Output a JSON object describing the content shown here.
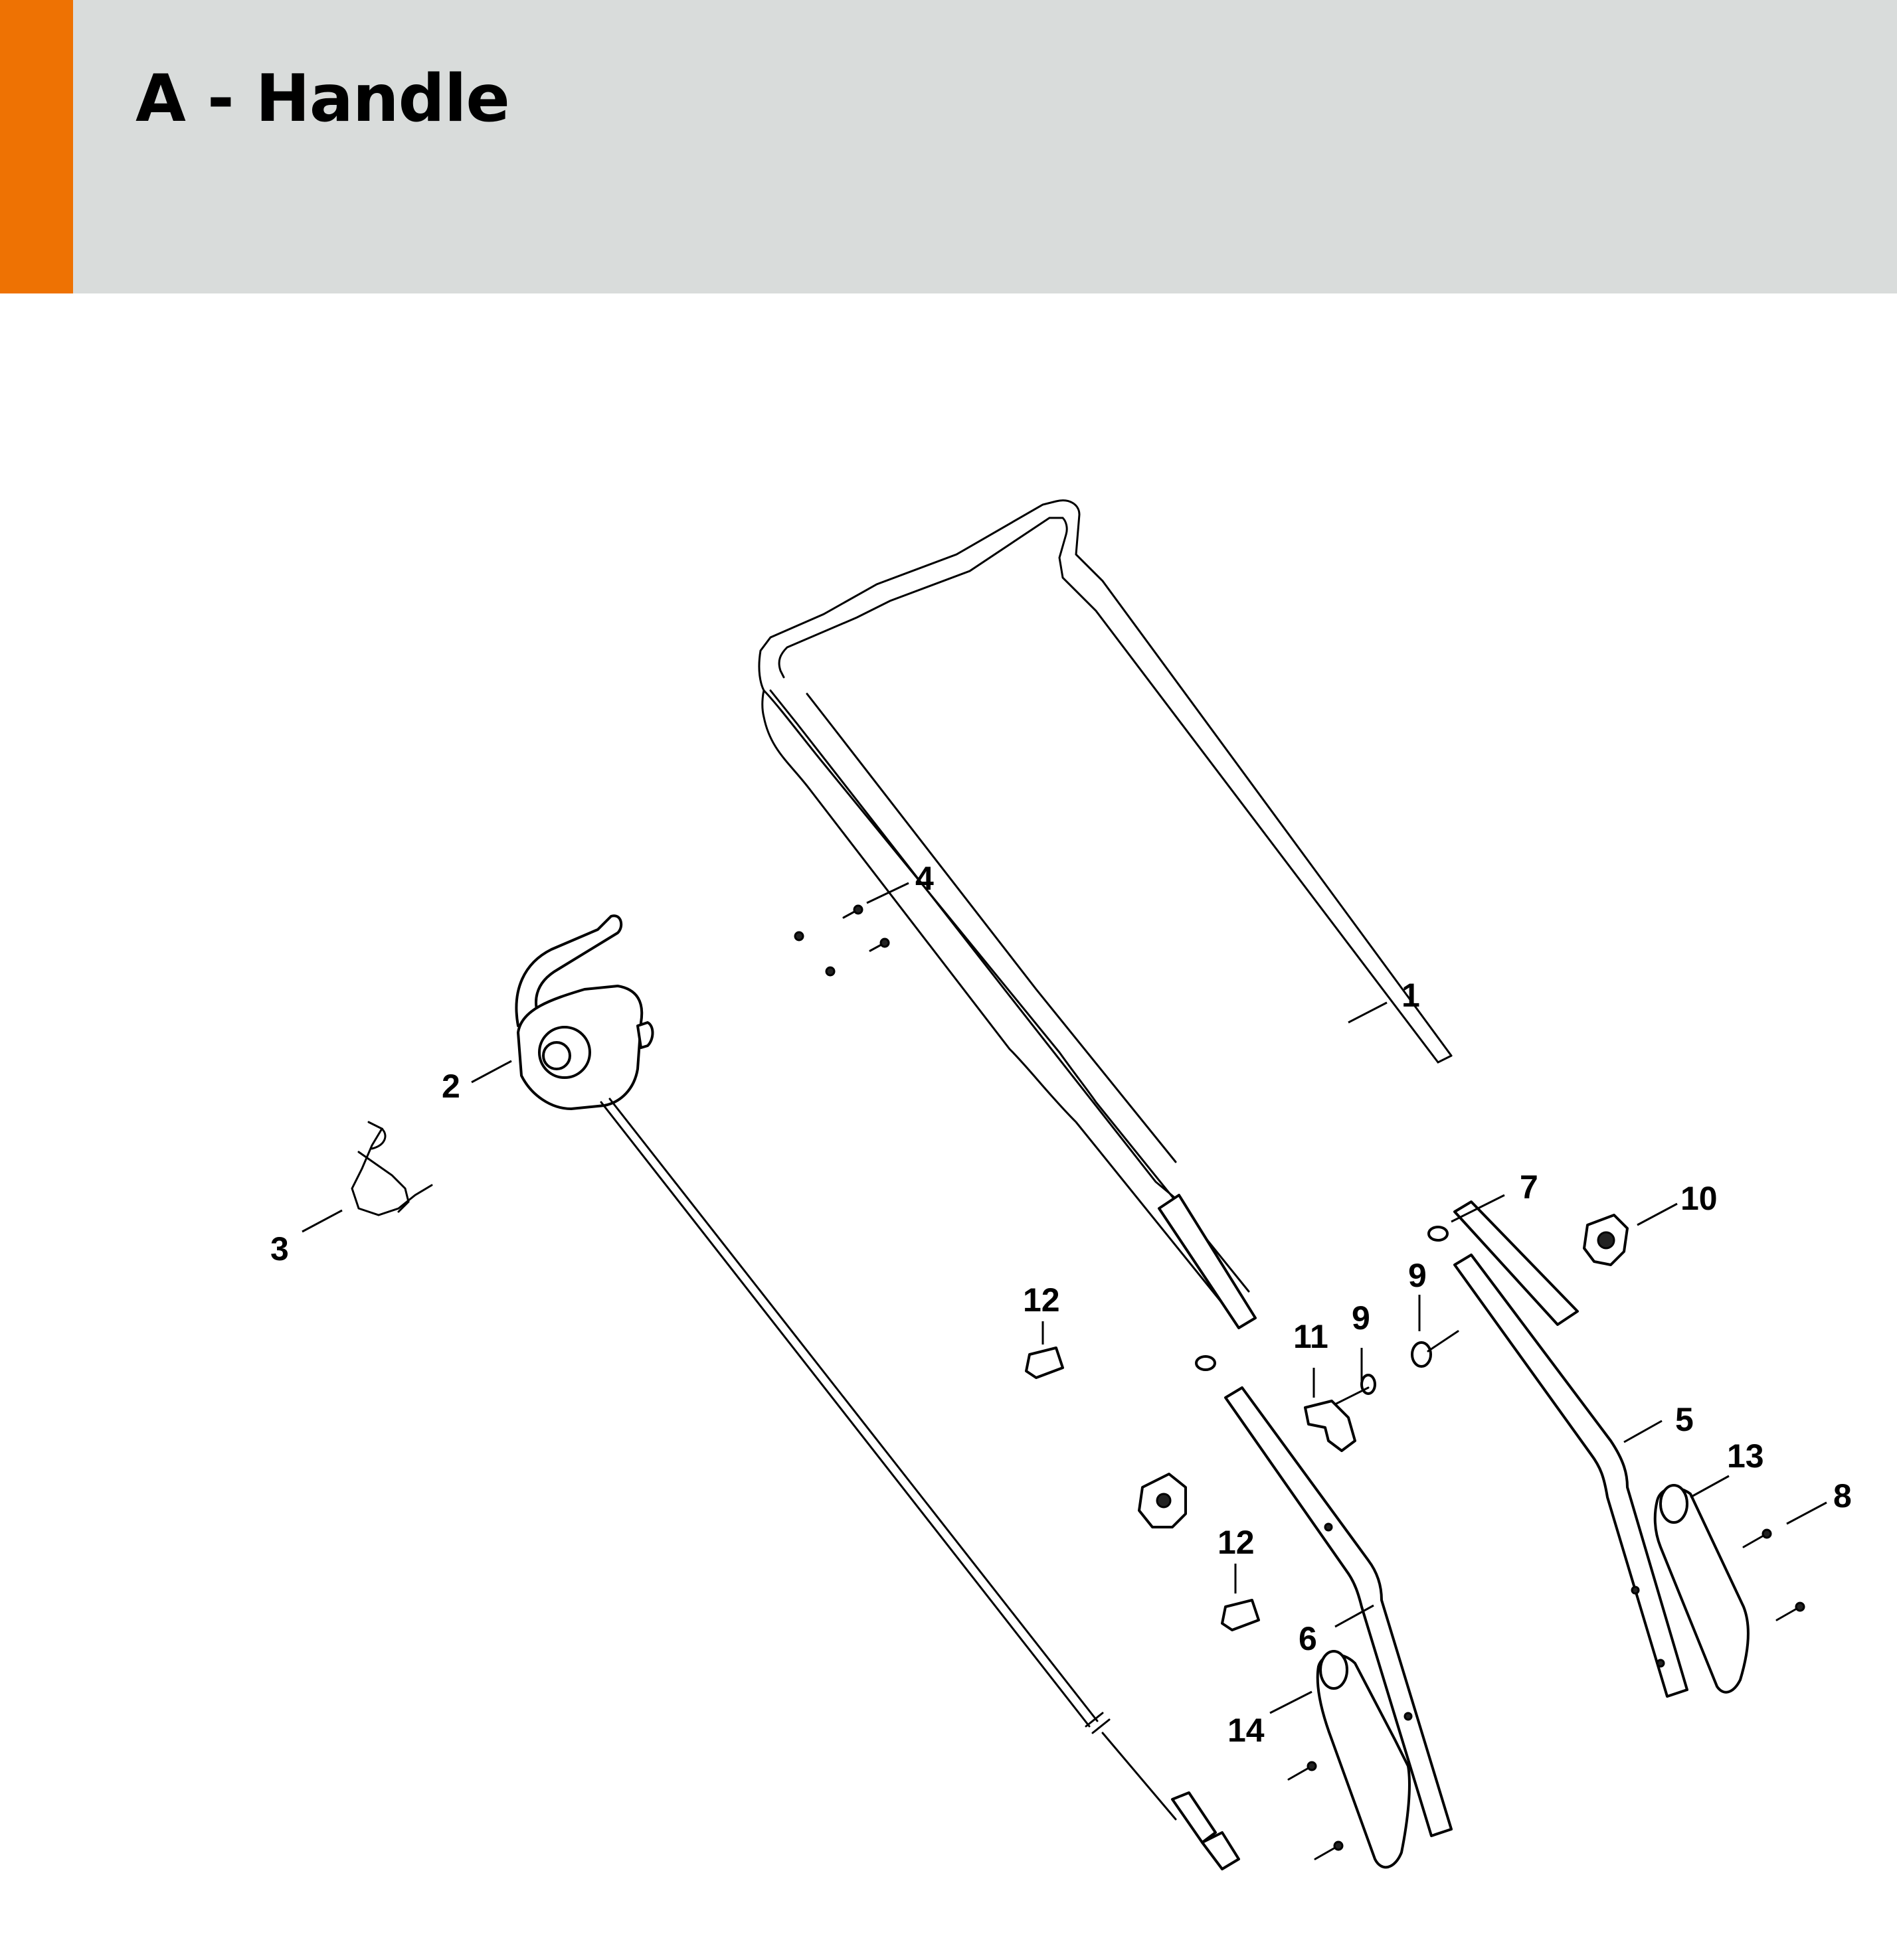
{
  "header": {
    "title": "A - Handle",
    "accent_color": "#ee7203",
    "background_color": "#d9dcdb"
  },
  "callouts": [
    "1",
    "2",
    "3",
    "4",
    "5",
    "6",
    "7",
    "8",
    "9",
    "9",
    "10",
    "11",
    "12",
    "12",
    "13",
    "14"
  ]
}
